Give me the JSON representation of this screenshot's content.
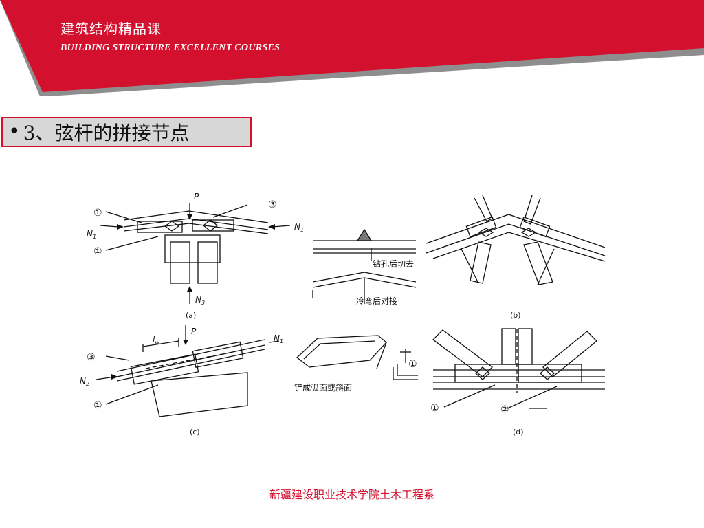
{
  "header": {
    "title_cn": "建筑结构精品课",
    "title_en": "BUILDING  STRUCTURE  EXCELLENT COURSES",
    "brand_color": "#d3112e"
  },
  "slide": {
    "bullet": "•",
    "title": "3、弦杆的拼接节点"
  },
  "figure": {
    "panel_a": {
      "caption": "(a)",
      "load_p": "P",
      "force_n1": "N",
      "force_n1_sub": "1",
      "force_n3": "N",
      "force_n3_sub": "3",
      "weld_1": "①",
      "weld_3": "③"
    },
    "middle_top": {
      "note_drill": "钻孔后切去",
      "note_cold_bend": "冷弯后对接"
    },
    "panel_b": {
      "caption": "(b)"
    },
    "panel_c": {
      "caption": "(c)",
      "load_p": "P",
      "length_l": "l",
      "length_sub": "w",
      "force_n1": "N",
      "force_n1_sub": "1",
      "force_n2": "N",
      "force_n2_sub": "2",
      "weld_1": "①",
      "weld_3": "③"
    },
    "middle_bottom": {
      "note_bevel": "铲成弧面或斜面"
    },
    "panel_d": {
      "caption": "(d)",
      "weld_1": "①",
      "weld_2": "②"
    }
  },
  "footer": {
    "text": "新疆建设职业技术学院土木工程系"
  }
}
